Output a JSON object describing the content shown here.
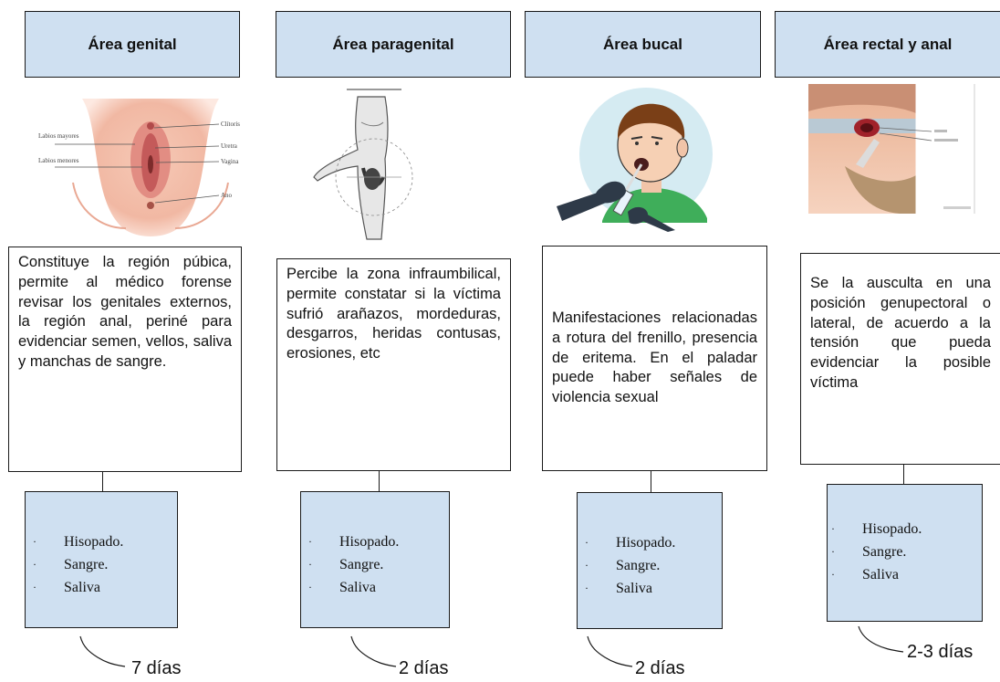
{
  "columns": [
    {
      "title": "Área genital",
      "illustration": {
        "labels_left": [
          "Labios mayores",
          "Labios menores"
        ],
        "labels_right": [
          "Clítoris",
          "Uretra",
          "Vagina",
          "Ano"
        ]
      },
      "description": "Constituye la región púbica, permite al médico forense revisar los genitales externos, la región anal, periné para evidenciar semen, vellos, saliva y manchas de sangre.",
      "samples": [
        "Hisopado.",
        "Sangre.",
        "Saliva"
      ],
      "time": "7 días"
    },
    {
      "title": "Área paragenital",
      "description": "Percibe la zona infraumbilical, permite constatar si la víctima sufrió arañazos, mordeduras, desgarros, heridas contusas, erosiones, etc",
      "samples": [
        "Hisopado.",
        "Sangre.",
        "Saliva"
      ],
      "time": "2 días"
    },
    {
      "title": "Área bucal",
      "description": "Manifestaciones relacionadas a rotura del frenillo, presencia de eritema. En el paladar puede haber señales de violencia sexual",
      "samples": [
        "Hisopado.",
        "Sangre.",
        "Saliva"
      ],
      "time": "2 días"
    },
    {
      "title": "Área rectal y anal",
      "description": "Se la ausculta en una posición genupectoral o lateral, de acuerdo a la tensión que pueda evidenciar la posible víctima",
      "samples": [
        "Hisopado.",
        "Sangre.",
        "Saliva"
      ],
      "time": "2-3 días"
    }
  ],
  "bullet_glyph": "·",
  "colors": {
    "box_fill": "#cfe0f1",
    "border": "#1a1a1a"
  }
}
